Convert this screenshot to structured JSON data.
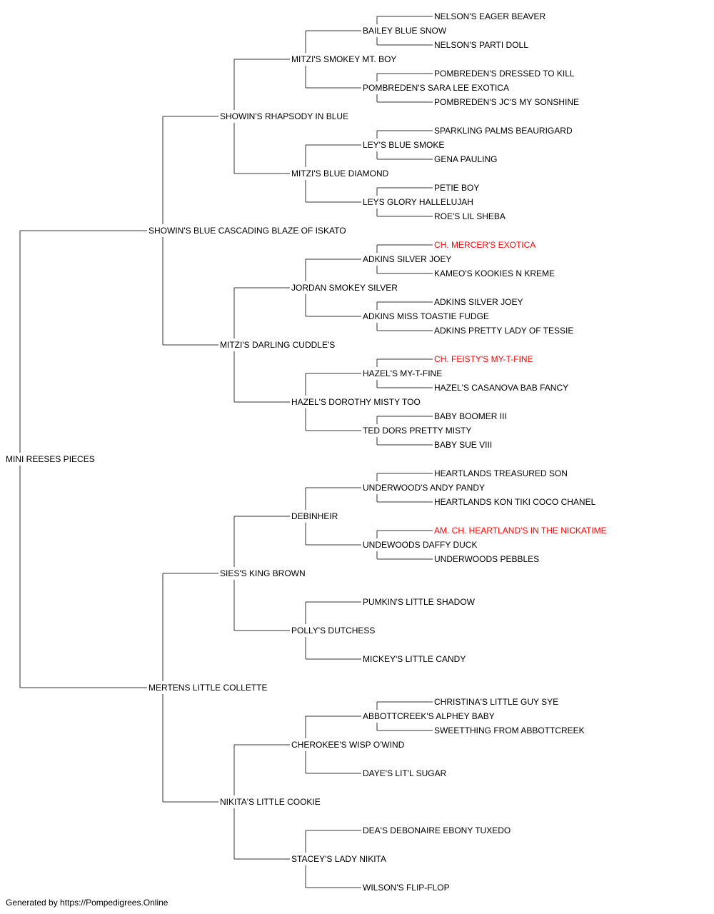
{
  "colors": {
    "normal": "#000000",
    "champion": "#ff0000",
    "line": "#333333"
  },
  "footer": "Generated by https://Pompedigrees.Online",
  "pedigree": {
    "name": "MINI REESES PIECES",
    "sire": {
      "name": "SHOWIN'S BLUE CASCADING BLAZE OF ISKATO",
      "sire": {
        "name": "SHOWIN'S RHAPSODY IN BLUE",
        "sire": {
          "name": "MITZI'S SMOKEY MT. BOY",
          "sire": {
            "name": "BAILEY BLUE SNOW",
            "sire": {
              "name": "NELSON'S EAGER BEAVER"
            },
            "dam": {
              "name": "NELSON'S PARTI DOLL"
            }
          },
          "dam": {
            "name": "POMBREDEN'S SARA LEE EXOTICA",
            "sire": {
              "name": "POMBREDEN'S DRESSED TO KILL"
            },
            "dam": {
              "name": "POMBREDEN'S JC'S MY SONSHINE"
            }
          }
        },
        "dam": {
          "name": "MITZI'S BLUE DIAMOND",
          "sire": {
            "name": "LEY'S BLUE SMOKE",
            "sire": {
              "name": "SPARKLING PALMS BEAURIGARD"
            },
            "dam": {
              "name": "GENA PAULING"
            }
          },
          "dam": {
            "name": "LEYS GLORY HALLELUJAH",
            "sire": {
              "name": "PETIE BOY"
            },
            "dam": {
              "name": "ROE'S LIL SHEBA"
            }
          }
        }
      },
      "dam": {
        "name": "MITZI'S DARLING CUDDLE'S",
        "sire": {
          "name": "JORDAN SMOKEY SILVER",
          "sire": {
            "name": "ADKINS SILVER JOEY",
            "sire": {
              "name": "CH. MERCER'S EXOTICA",
              "champion": true
            },
            "dam": {
              "name": "KAMEO'S KOOKIES N KREME"
            }
          },
          "dam": {
            "name": "ADKINS MISS TOASTIE FUDGE",
            "sire": {
              "name": "ADKINS SILVER JOEY"
            },
            "dam": {
              "name": "ADKINS PRETTY LADY OF TESSIE"
            }
          }
        },
        "dam": {
          "name": "HAZEL'S DOROTHY MISTY TOO",
          "sire": {
            "name": "HAZEL'S MY-T-FINE",
            "sire": {
              "name": "CH. FEISTY'S MY-T-FINE",
              "champion": true
            },
            "dam": {
              "name": "HAZEL'S CASANOVA BAB FANCY"
            }
          },
          "dam": {
            "name": "TED DORS PRETTY MISTY",
            "sire": {
              "name": "BABY BOOMER III"
            },
            "dam": {
              "name": "BABY SUE VIII"
            }
          }
        }
      }
    },
    "dam": {
      "name": "MERTENS LITTLE COLLETTE",
      "sire": {
        "name": "SIES'S KING BROWN",
        "sire": {
          "name": "DEBINHEIR",
          "sire": {
            "name": "UNDERWOOD'S ANDY PANDY",
            "sire": {
              "name": "HEARTLANDS TREASURED SON"
            },
            "dam": {
              "name": "HEARTLANDS KON TIKI COCO CHANEL"
            }
          },
          "dam": {
            "name": "UNDEWOODS DAFFY DUCK",
            "sire": {
              "name": "AM. CH. HEARTLAND'S IN THE NICKATIME",
              "champion": true
            },
            "dam": {
              "name": "UNDERWOODS PEBBLES"
            }
          }
        },
        "dam": {
          "name": "POLLY'S DUTCHESS",
          "sire": {
            "name": "PUMKIN'S LITTLE SHADOW"
          },
          "dam": {
            "name": "MICKEY'S LITTLE CANDY"
          }
        }
      },
      "dam": {
        "name": "NIKITA'S LITTLE COOKIE",
        "sire": {
          "name": "CHEROKEE'S WISP O'WIND",
          "sire": {
            "name": "ABBOTTCREEK'S ALPHEY BABY",
            "sire": {
              "name": "CHRISTINA'S LITTLE GUY SYE"
            },
            "dam": {
              "name": "SWEETTHING FROM ABBOTTCREEK"
            }
          },
          "dam": {
            "name": "DAYE'S LIT'L SUGAR"
          }
        },
        "dam": {
          "name": "STACEY'S LADY NIKITA",
          "sire": {
            "name": "DEA'S DEBONAIRE EBONY TUXEDO"
          },
          "dam": {
            "name": "WILSON'S FLIP-FLOP"
          }
        }
      }
    }
  }
}
